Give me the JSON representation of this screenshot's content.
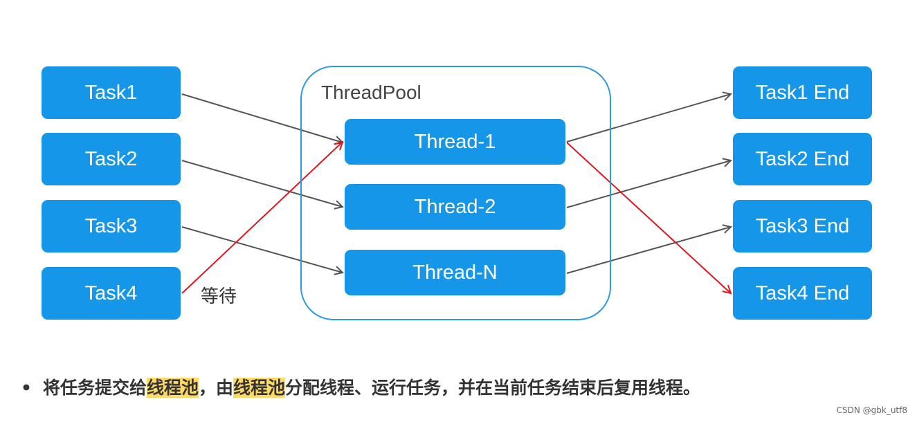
{
  "tasks": [
    "Task1",
    "Task2",
    "Task3",
    "Task4"
  ],
  "pool": {
    "label": "ThreadPool",
    "threads": [
      "Thread-1",
      "Thread-2",
      "Thread-N"
    ]
  },
  "ends": [
    "Task1 End",
    "Task2 End",
    "Task3 End",
    "Task4 End"
  ],
  "wait_label": "等待",
  "colors": {
    "node_fill": "#1596e8",
    "pool_border": "#2a9be0",
    "normal_arrow": "#555555",
    "reuse_arrow": "#e0161c",
    "highlight": "#ffd966"
  },
  "caption": {
    "bullet": "•",
    "part1": "将任务提交给",
    "hl1": "线程池",
    "part2": "，由",
    "hl2": "线程池",
    "part3": "分配线程、运行任务，并在当前任务结束后复用线程。"
  },
  "watermark": "CSDN @gbk_utf8"
}
